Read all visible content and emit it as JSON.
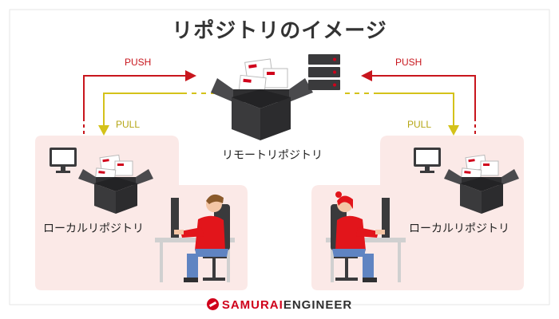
{
  "title": "リポジトリのイメージ",
  "remote_label": "リモートリポジトリ",
  "local_left_label": "ローカルリポジトリ",
  "local_right_label": "ローカルリポジトリ",
  "arrows": {
    "push_left": "PUSH",
    "pull_left": "PULL",
    "push_right": "PUSH",
    "pull_right": "PULL"
  },
  "logo": {
    "red_part": "SAMURAI",
    "dark_part": "ENGINEER"
  },
  "colors": {
    "push": "#c8161d",
    "pull": "#d4c21a",
    "panel": "#fbe9e7",
    "box": "#3a3a3c",
    "accent": "#d0021b"
  }
}
